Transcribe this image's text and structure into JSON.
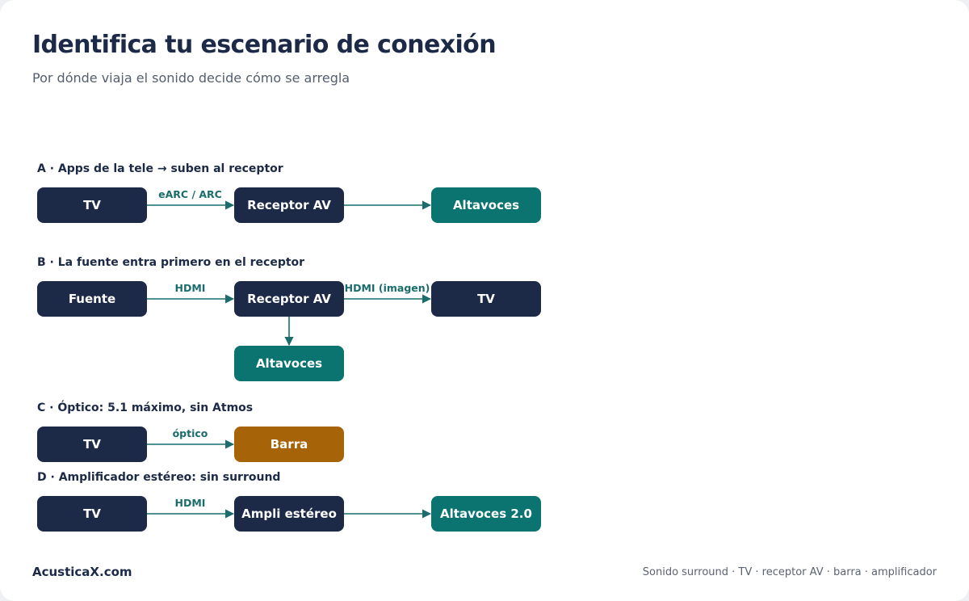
{
  "header": {
    "title": "Identifica tu escenario de conexión",
    "subtitle": "Por dónde viaja el sonido decide cómo se arregla"
  },
  "colors": {
    "navy": "#1c2a48",
    "teal": "#0c7470",
    "brown": "#a76308",
    "edge_label": "#1a6d6c"
  },
  "scenarios": {
    "a": {
      "label": "A · Apps de la tele → suben al receptor",
      "nodes": [
        "TV",
        "Receptor AV",
        "Altavoces"
      ],
      "edges": [
        "eARC / ARC"
      ]
    },
    "b": {
      "label": "B · La fuente entra primero en el receptor",
      "nodes": [
        "Fuente",
        "Receptor AV",
        "TV",
        "Altavoces"
      ],
      "edges": [
        "HDMI",
        "HDMI (imagen)"
      ]
    },
    "c": {
      "label": "C · Óptico: 5.1 máximo, sin Atmos",
      "nodes": [
        "TV",
        "Barra"
      ],
      "edges": [
        "óptico"
      ]
    },
    "d": {
      "label": "D · Amplificador estéreo: sin surround",
      "nodes": [
        "TV",
        "Ampli estéreo",
        "Altavoces 2.0"
      ],
      "edges": [
        "HDMI"
      ]
    }
  },
  "footer": {
    "brand": "AcusticaX.com",
    "tags": "Sonido surround · TV · receptor AV · barra · amplificador"
  }
}
